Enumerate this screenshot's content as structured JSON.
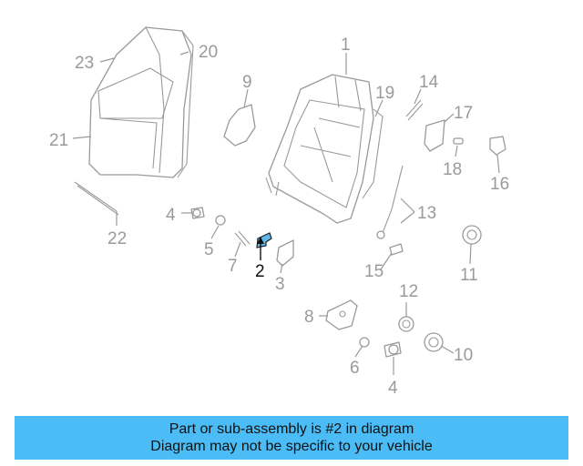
{
  "diagram": {
    "highlight_color": "#5fb8e6",
    "highlighted_part": "2",
    "labels": {
      "l1": "1",
      "l2": "2",
      "l3": "3",
      "l4a": "4",
      "l4b": "4",
      "l5": "5",
      "l6": "6",
      "l7": "7",
      "l8": "8",
      "l9": "9",
      "l10": "10",
      "l11": "11",
      "l12": "12",
      "l13": "13",
      "l14": "14",
      "l15": "15",
      "l16": "16",
      "l17": "17",
      "l18": "18",
      "l19": "19",
      "l20": "20",
      "l21": "21",
      "l22": "22",
      "l23": "23"
    }
  },
  "banner": {
    "line1": "Part or sub-assembly is #2 in diagram",
    "line2": "Diagram may not be specific to your vehicle",
    "color": "#4bbcf6"
  }
}
